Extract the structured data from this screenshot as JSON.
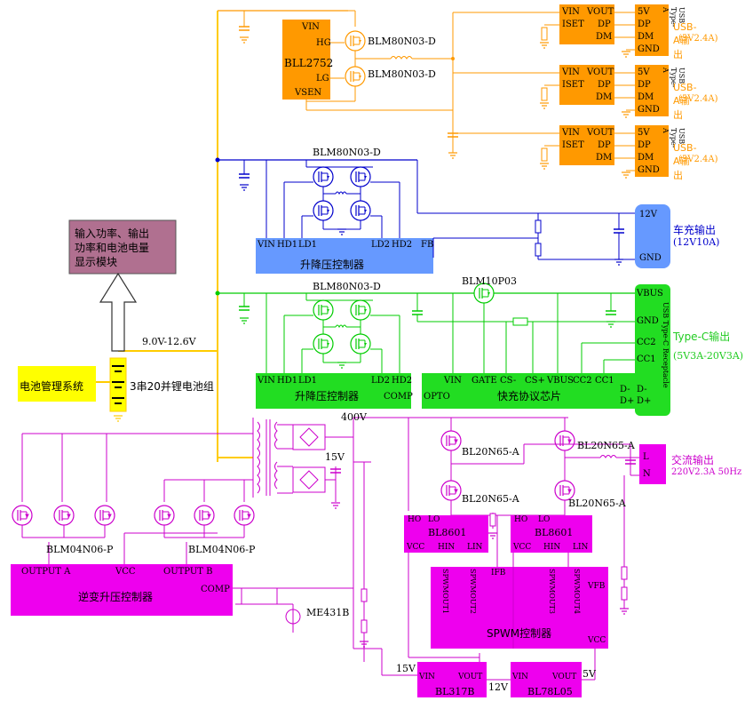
{
  "power_module": {
    "mosfet_label_1": "BLM80N03-D",
    "mosfet_label_2": "BLM80N03-D",
    "controller": "BLL2752",
    "vin": "VIN",
    "hg": "HG",
    "lg": "LG",
    "vsen": "VSEN"
  },
  "usb_ports": [
    {
      "vin": "VIN",
      "vout": "VOUT",
      "iset": "ISET",
      "dp": "DP",
      "dm": "DM",
      "p5v": "5V",
      "pdp": "DP",
      "pdm": "DM",
      "gnd": "GND",
      "conn": "USB Type-A",
      "title": "USB-A输出",
      "sub": "(5V2.4A)"
    },
    {
      "vin": "VIN",
      "vout": "VOUT",
      "iset": "ISET",
      "dp": "DP",
      "dm": "DM",
      "p5v": "5V",
      "pdp": "DP",
      "pdm": "DM",
      "gnd": "GND",
      "conn": "USB Type-A",
      "title": "USB-A输出",
      "sub": "(5V2.4A)"
    },
    {
      "vin": "VIN",
      "vout": "VOUT",
      "iset": "ISET",
      "dp": "DP",
      "dm": "DM",
      "p5v": "5V",
      "pdp": "DP",
      "pdm": "DM",
      "gnd": "GND",
      "conn": "USB Type-A",
      "title": "USB-A输出",
      "sub": "(5V2.4A)"
    }
  ],
  "car": {
    "mosfet_label": "BLM80N03-D",
    "controller": "升降压控制器",
    "pins": [
      "VIN",
      "HD1",
      "LD1",
      "LD2",
      "HD2",
      "FB"
    ],
    "p12v": "12V",
    "pgnd": "GND",
    "title": "车充输出",
    "sub": "(12V10A)"
  },
  "typec": {
    "mosfet_label": "BLM80N03-D",
    "switch_label": "BLM10P03",
    "controller": "升降压控制器",
    "ctrl_pins": [
      "VIN",
      "HD1",
      "LD1",
      "LD2",
      "HD2",
      "COMP"
    ],
    "qc_chip": "快充协议芯片",
    "qc_pins": [
      "OPTO",
      "VIN",
      "GATE",
      "CS-",
      "CS+",
      "VBUS",
      "CC2",
      "CC1",
      "D-",
      "D+"
    ],
    "conn_pins": [
      "VBUS",
      "GND",
      "CC2",
      "CC1",
      "D-",
      "D+"
    ],
    "conn": "USB Type-C Receptacle",
    "title": "Type-C输出",
    "sub": "(5V3A-20V3A)"
  },
  "display_module": {
    "line1": "输入功率、输出",
    "line2": "功率和电池电量",
    "line3": "显示模块"
  },
  "battery": {
    "voltage": "9.0V-12.6V",
    "bms": "电池管理系统",
    "pack": "3串20并锂电池组"
  },
  "inverter": {
    "v400": "400V",
    "v15": "15V",
    "mosfet_label": "BLM04N06-P",
    "mosfet_label_2": "BLM04N06-P",
    "controller": "逆变升压控制器",
    "outa": "OUTPUT A",
    "vcc": "VCC",
    "outb": "OUTPUT B",
    "comp": "COMP",
    "ref": "ME431B"
  },
  "hbridge": {
    "q1": "BL20N65-A",
    "q2": "BL20N65-A",
    "q3": "BL20N65-A",
    "q4": "BL20N65-A",
    "driver": "BL8601",
    "driver_pins": [
      "HO",
      "LO",
      "VCC",
      "HIN",
      "LIN"
    ],
    "spwm": "SPWM控制器",
    "spwm_pins": [
      "SPWMOUT1",
      "SPWMOUT2",
      "SPWMOUT3",
      "SPWMOUT4",
      "IFB",
      "VFB",
      "VCC"
    ],
    "l": "L",
    "n": "N",
    "title": "交流输出",
    "sub": "220V2.3A 50Hz"
  },
  "regulators": {
    "r1": "BL317B",
    "r2": "BL78L05",
    "vin": "VIN",
    "vout": "VOUT",
    "v15": "15V",
    "v12": "12V",
    "v5": "5V"
  },
  "colors": {
    "orange": "#FF9900",
    "blue": "#0000CC",
    "green": "#00CC00",
    "magenta": "#CC00CC",
    "yellow": "#FFFF00",
    "ctrl_blue": "#6699FF",
    "display": "#B07090"
  }
}
